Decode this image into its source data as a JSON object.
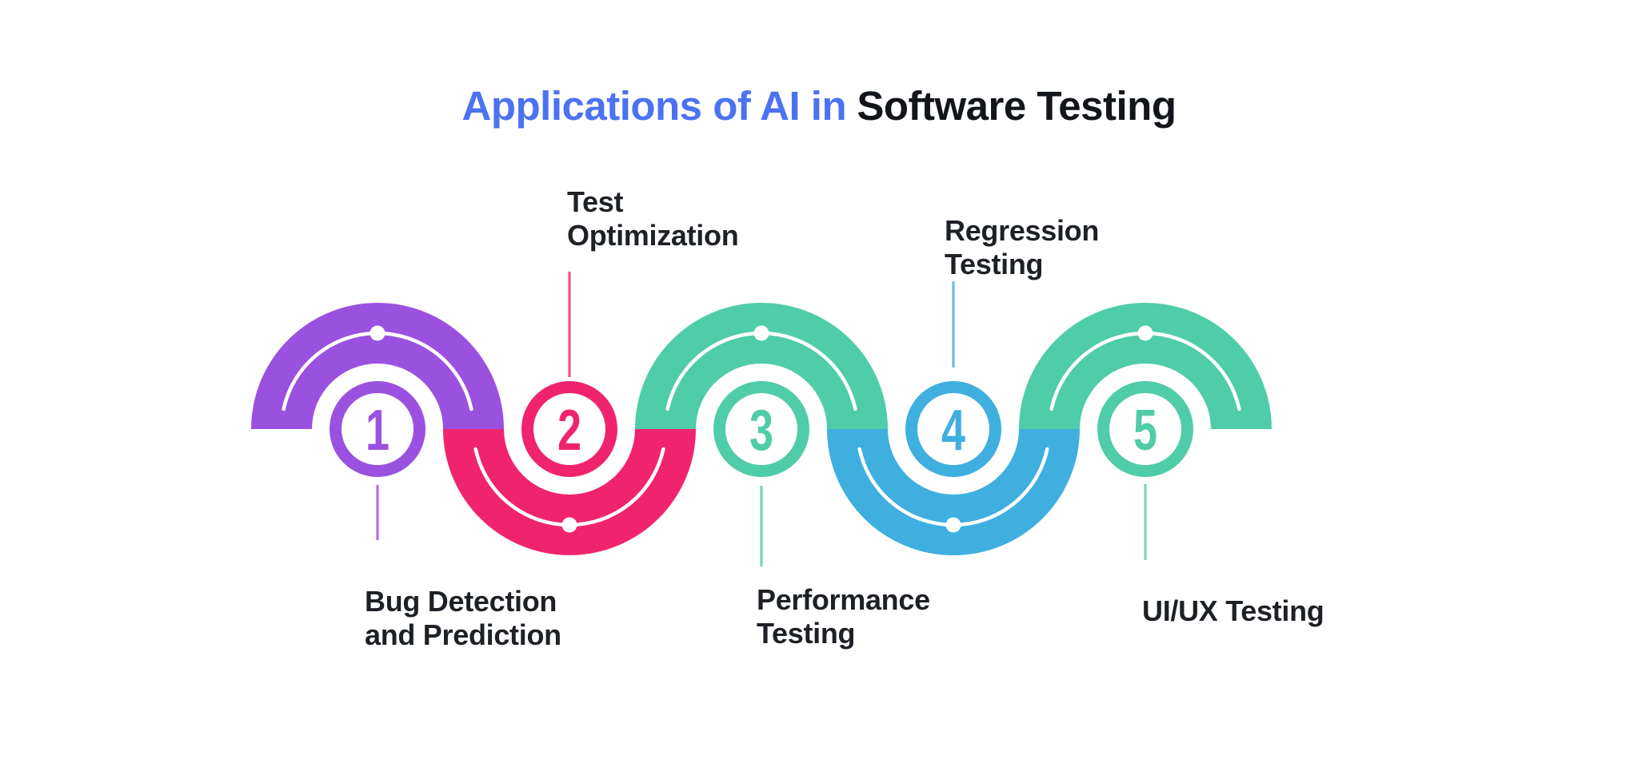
{
  "title": {
    "highlight": "Applications of AI in",
    "rest": "Software Testing",
    "highlight_color": "#4B72F1",
    "rest_color": "#12151A"
  },
  "background_color": "#FFFFFF",
  "label_text_color": "#1D2126",
  "wave_detail_color": "#FFFFFF",
  "steps": [
    {
      "number": "1",
      "color": "#9B51E0",
      "arch": "up",
      "label_position": "below",
      "lines": [
        "Bug Detection",
        "and Prediction"
      ]
    },
    {
      "number": "2",
      "color": "#F0246E",
      "arch": "down",
      "label_position": "above",
      "lines": [
        "Test",
        "Optimization"
      ]
    },
    {
      "number": "3",
      "color": "#4FCCA8",
      "arch": "up",
      "label_position": "below",
      "lines": [
        "Performance",
        "Testing"
      ]
    },
    {
      "number": "4",
      "color": "#3FAFE0",
      "arch": "down",
      "label_position": "above",
      "lines": [
        "Regression",
        "Testing"
      ]
    },
    {
      "number": "5",
      "color": "#4FCCA8",
      "arch": "up",
      "label_position": "below",
      "lines": [
        "UI/UX Testing"
      ]
    }
  ]
}
